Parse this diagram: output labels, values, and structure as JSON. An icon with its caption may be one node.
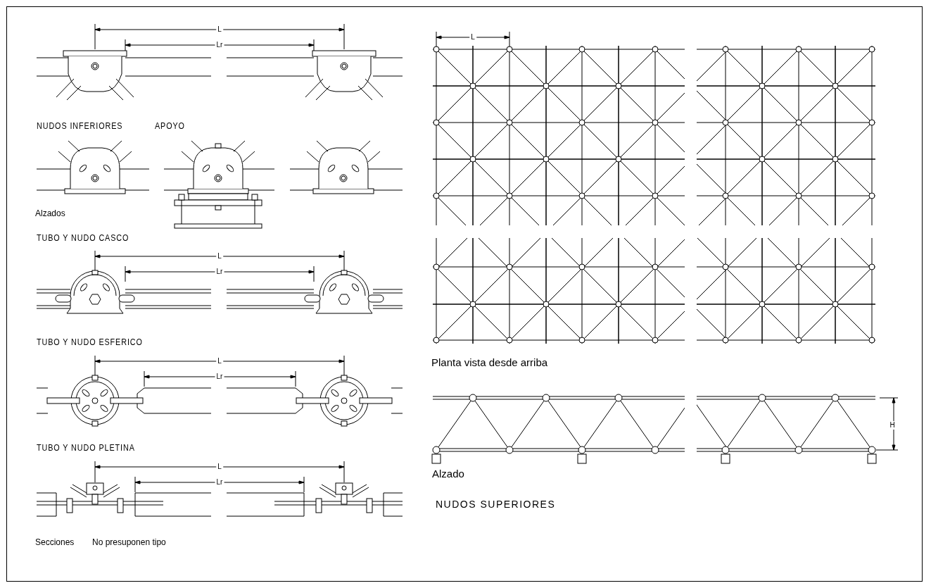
{
  "diagram": {
    "labels": [
      "L",
      "Lr",
      "NUDOS INFERIORES",
      "APOYO",
      "Alzados",
      "TUBO Y NUDO CASCO",
      "L",
      "Lr",
      "TUBO Y NUDO ESFERICO",
      "L",
      "Lr",
      "TUBO Y NUDO PLETINA",
      "L",
      "Lr",
      "Secciones",
      "No presuponen tipo",
      "L",
      "Planta vista desde arriba",
      "H",
      "Alzado",
      "NUDOS SUPERIORES"
    ]
  }
}
